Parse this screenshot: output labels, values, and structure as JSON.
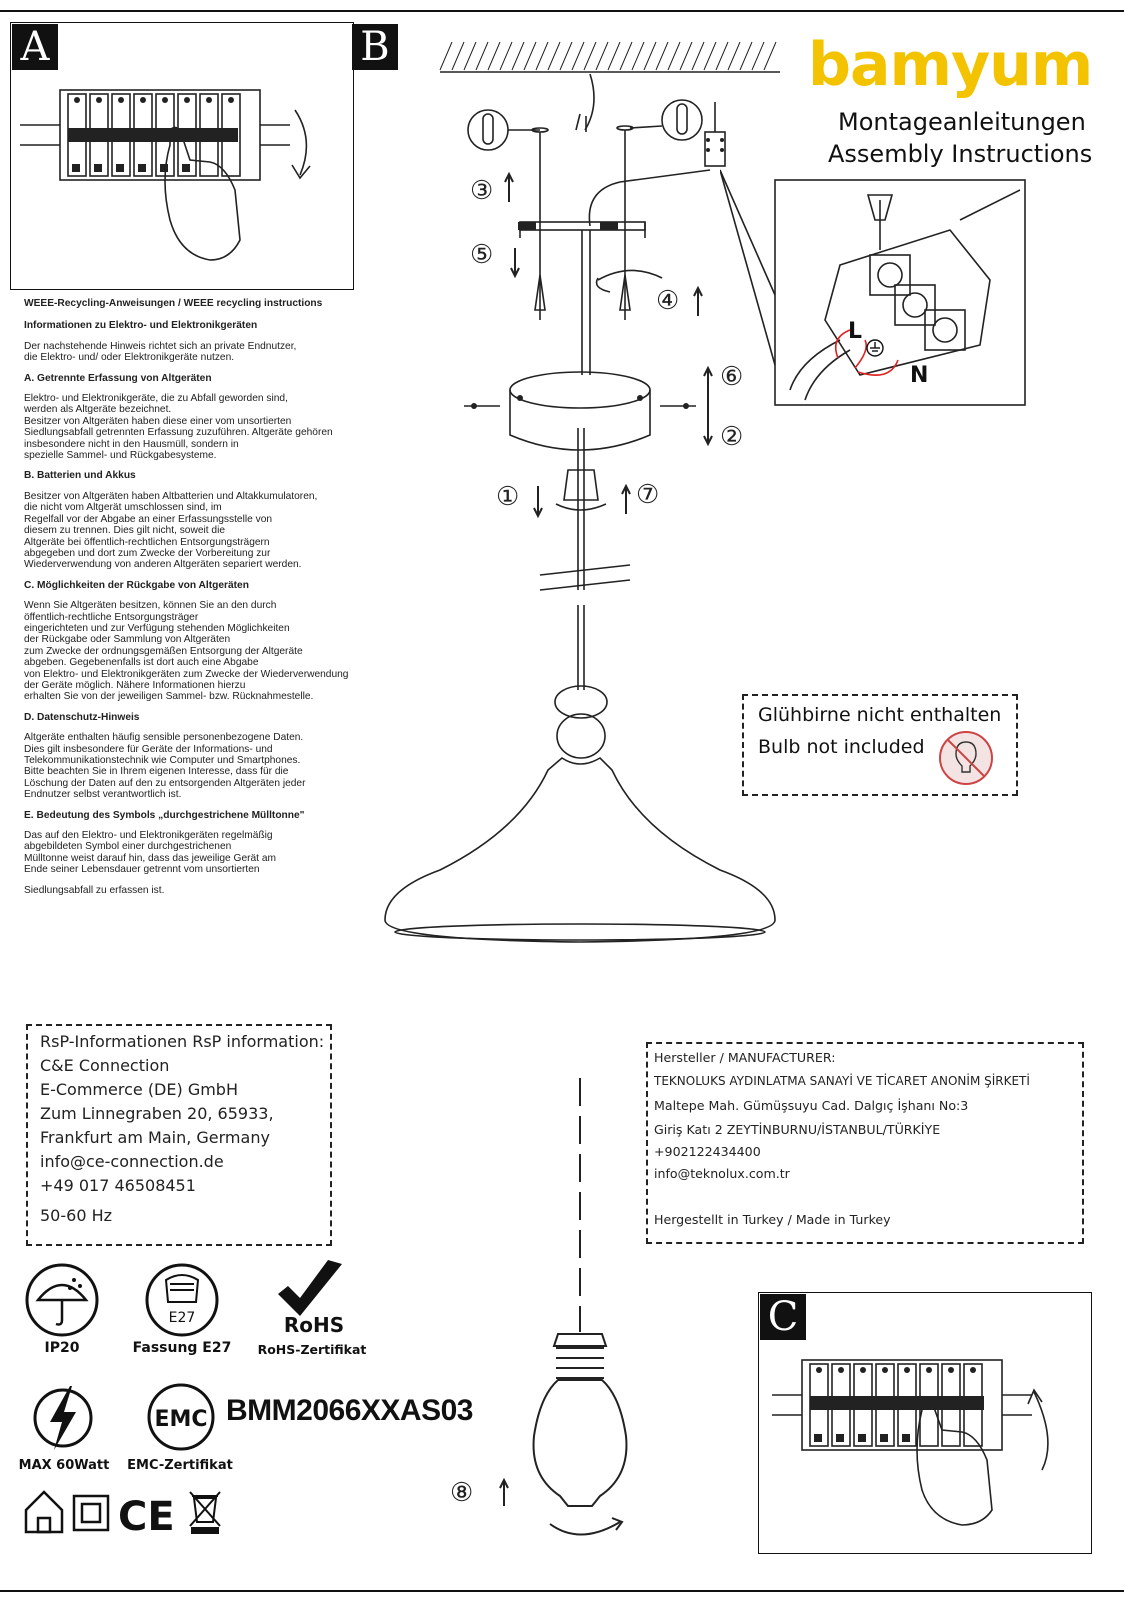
{
  "brand": {
    "logo_text": "bamyum",
    "logo_color": "#f3c300"
  },
  "header": {
    "title_de": "Montageanleitungen",
    "title_en": "Assembly Instructions"
  },
  "panels": {
    "a_label": "A",
    "b_label": "B",
    "c_label": "C"
  },
  "weee": {
    "title": "WEEE-Recycling-Anweisungen / WEEE recycling instructions",
    "subtitle": "Informationen zu Elektro- und Elektronikgeräten",
    "intro": "Der nachstehende Hinweis richtet sich an private Endnutzer,\n die Elektro- und/ oder Elektronikgeräte nutzen.",
    "sections": [
      {
        "heading": "A. Getrennte Erfassung von Altgeräten",
        "body": "Elektro- und Elektronikgeräte, die zu Abfall geworden sind,\n werden als Altgeräte bezeichnet.\nBesitzer von Altgeräten haben diese einer vom unsortierten\nSiedlungsabfall getrennten Erfassung zuzuführen. Altgeräte gehören\ninsbesondere nicht in den Hausmüll, sondern in\nspezielle Sammel- und Rückgabesysteme."
      },
      {
        "heading": "B. Batterien und Akkus",
        "body": "Besitzer von Altgeräten haben Altbatterien und Altakkumulatoren,\n die nicht vom Altgerät umschlossen sind, im\nRegelfall vor der Abgabe an einer Erfassungsstelle von\ndiesem zu trennen. Dies gilt nicht, soweit die\nAltgeräte bei öffentlich-rechtlichen Entsorgungsträgern\nabgegeben und dort zum Zwecke der Vorbereitung zur\nWiederverwendung von anderen Altgeräten separiert werden."
      },
      {
        "heading": "C. Möglichkeiten der Rückgabe von Altgeräten",
        "body": "Wenn Sie Altgeräten besitzen, können Sie an den durch\nöffentlich-rechtliche Entsorgungsträger\neingerichteten und zur Verfügung stehenden Möglichkeiten\nder Rückgabe oder Sammlung von Altgeräten\n zum Zwecke der ordnungsgemäßen Entsorgung der Altgeräte\nabgeben. Gegebenenfalls ist dort auch eine Abgabe\n von Elektro- und Elektronikgeräten zum Zwecke der Wiederverwendung\nder Geräte möglich. Nähere Informationen hierzu\nerhalten Sie von der jeweiligen Sammel- bzw. Rücknahmestelle."
      },
      {
        "heading": "D. Datenschutz-Hinweis",
        "body": "Altgeräte enthalten häufig sensible personenbezogene Daten.\nDies gilt insbesondere für Geräte der Informations- und\nTelekommunikationstechnik wie Computer und Smartphones.\n Bitte beachten Sie in Ihrem eigenen Interesse, dass für die\nLöschung der Daten auf den zu entsorgenden Altgeräten jeder\nEndnutzer selbst verantwortlich ist."
      },
      {
        "heading": "E. Bedeutung des Symbols „durchgestrichene Mülltonne\"",
        "body": "Das auf den Elektro- und Elektronikgeräten regelmäßig\n abgebildeten Symbol einer durchgestrichenen\nMülltonne weist darauf hin, dass das jeweilige Gerät am\nEnde seiner Lebensdauer getrennt vom unsortierten"
      },
      {
        "heading": "",
        "body": "Siedlungsabfall zu erfassen ist."
      }
    ]
  },
  "bulb_notice": {
    "de": "Glühbirne nicht enthalten",
    "en": "Bulb not included"
  },
  "steps": [
    "①",
    "②",
    "③",
    "④",
    "⑤",
    "⑥",
    "⑦",
    "⑧"
  ],
  "wiring": {
    "l": "L",
    "n": "N"
  },
  "rsp": {
    "title": "RsP-Informationen RsP information:",
    "lines": [
      "C&E Connection",
      "E-Commerce (DE) GmbH",
      "Zum Linnegraben 20, 65933,",
      "Frankfurt am Main, Germany",
      "info@ce-connection.de",
      "+49 017 46508451",
      "50-60 Hz"
    ]
  },
  "manufacturer": {
    "lines": [
      "Hersteller / MANUFACTURER:",
      "TEKNOLUKS AYDINLATMA SANAYİ VE TİCARET ANONİM ŞİRKETİ",
      "Maltepe Mah. Gümüşsuyu Cad. Dalgıç İşhanı No:3",
      "Giriş Katı 2 ZEYTİNBURNU/İSTANBUL/TÜRKİYE",
      "+902122434400",
      "info@teknolux.com.tr",
      "",
      "Hergestellt in Turkey / Made in Turkey"
    ]
  },
  "certs": {
    "ip_label": "IP20",
    "socket_icon_text": "E27",
    "socket_label": "Fassung E27",
    "rohs_text": "RoHS",
    "rohs_label": "RoHS-Zertifikat",
    "watt_label": "MAX 60Watt",
    "emc_text": "EMC",
    "emc_label": "EMC-Zertifikat",
    "model": "BMM2066XXAS03",
    "ce_text": "CE"
  }
}
